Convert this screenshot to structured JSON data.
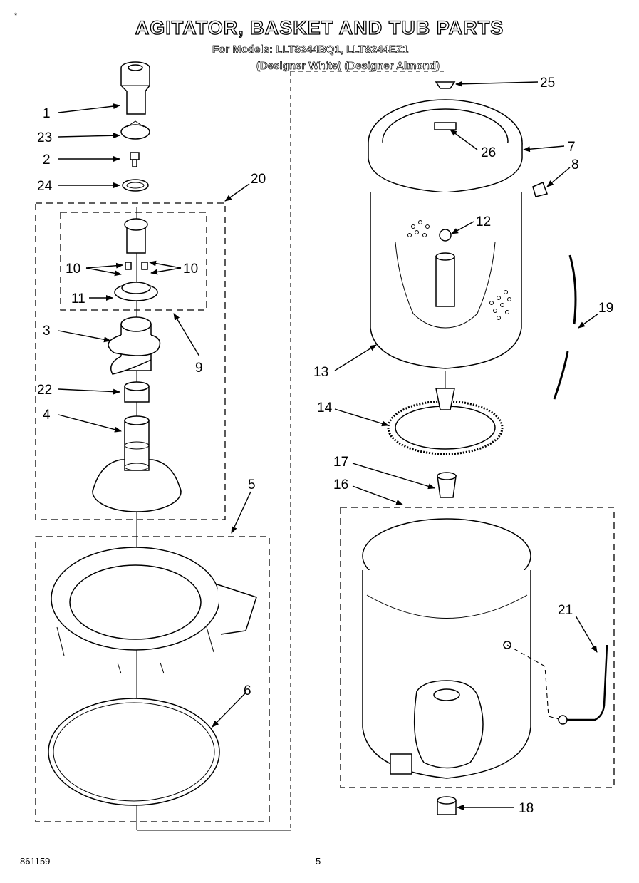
{
  "header": {
    "title": "AGITATOR, BASKET AND TUB PARTS",
    "models_line": "For Models: LLT8244BQ1, LLT8244EZ1",
    "colors_line": "(Designer White) (Designer Almond)",
    "corner_mark": "*"
  },
  "footer": {
    "doc_number": "861159",
    "page_number": "5"
  },
  "callouts": {
    "c1": "1",
    "c2": "2",
    "c3": "3",
    "c4": "4",
    "c5": "5",
    "c6": "6",
    "c7": "7",
    "c8": "8",
    "c9": "9",
    "c10a": "10",
    "c10b": "10",
    "c11": "11",
    "c12": "12",
    "c13": "13",
    "c14": "14",
    "c16": "16",
    "c17": "17",
    "c18": "18",
    "c19": "19",
    "c20": "20",
    "c21": "21",
    "c22": "22",
    "c23": "23",
    "c24": "24",
    "c25": "25",
    "c26": "26"
  }
}
